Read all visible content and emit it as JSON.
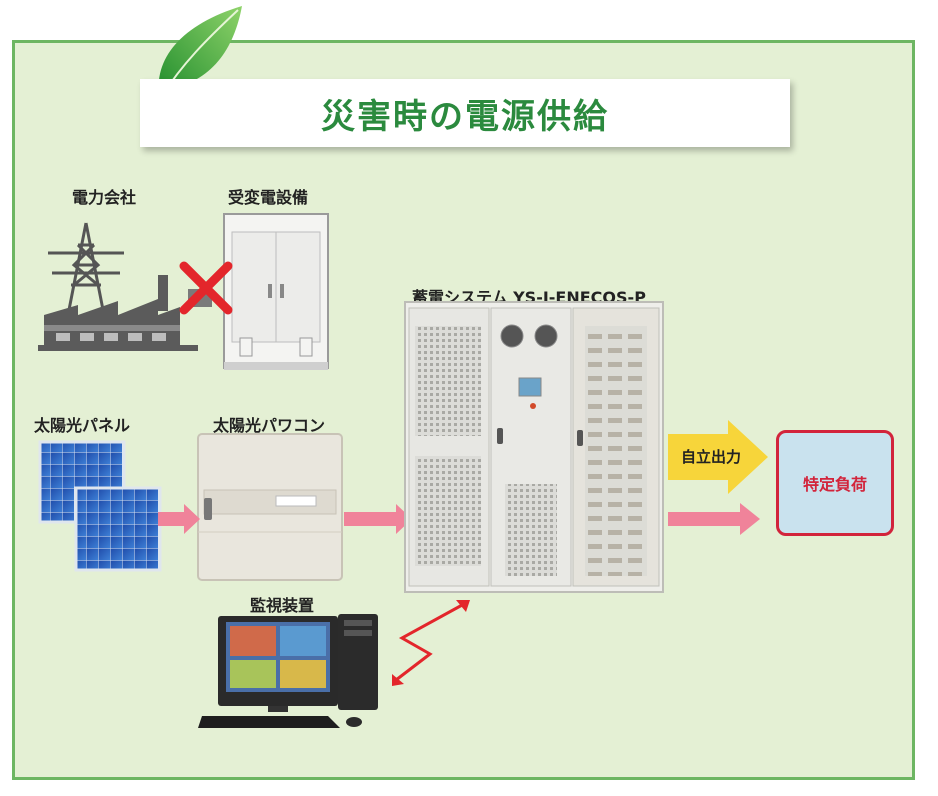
{
  "title": "災害時の電源供給",
  "labels": {
    "power_company": "電力会社",
    "substation": "受変電設備",
    "solar_panel": "太陽光パネル",
    "solar_pcs": "太陽光パワコン",
    "storage_system": "蓄電システム YS-I-ENECOS-P",
    "monitor": "監視装置",
    "self_output": "自立出力",
    "specific_load": "特定負荷"
  },
  "colors": {
    "frame_border": "#6db662",
    "background": "#e4f0d4",
    "title": "#2b8a3e",
    "arrow_pink": "#f0839a",
    "arrow_yellow": "#f7d53a",
    "cross": "#e3262b",
    "load_border": "#d2243b",
    "load_fill": "#c9e2ee",
    "signal": "#e3262b"
  }
}
